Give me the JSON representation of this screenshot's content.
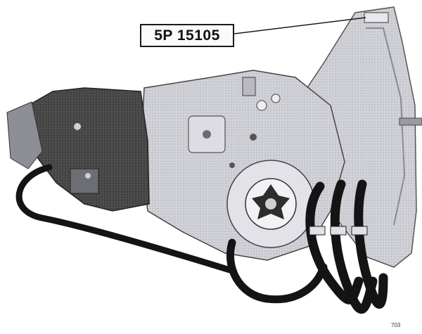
{
  "figure": {
    "callout_label": "5P 15105",
    "figure_number": "703",
    "illustration": "transmission-assembly-photo",
    "colors": {
      "metal": "#cfcfd6",
      "shadow": "#3a3a3a",
      "hose": "#141414",
      "paper": "#ffffff"
    }
  }
}
